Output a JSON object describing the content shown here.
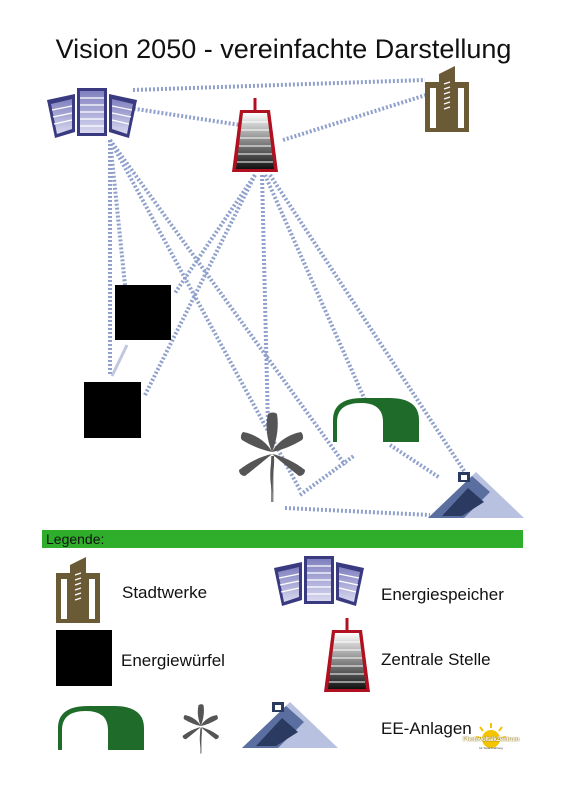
{
  "title": "Vision 2050 - vereinfachte Darstellung",
  "legend": {
    "heading": "Legende:",
    "stadtwerke": "Stadtwerke",
    "energiespeicher": "Energiespeicher",
    "energiewuerfel": "Energiewürfel",
    "zentrale_stelle": "Zentrale Stelle",
    "ee_anlagen": "EE-Anlagen"
  },
  "logo": {
    "name": "PhotovoltaikZentrum",
    "subtitle": "für Solarstrahlung"
  },
  "colors": {
    "accent_green": "#2fae2b",
    "storage_blue": "#7070b0",
    "stadtwerke_brown": "#6b5a36",
    "central_red": "#b01020",
    "greenhouse_green": "#1e6b2a",
    "pv_blue": "#5a6fa0",
    "connection_line": "#8fa0cc"
  }
}
